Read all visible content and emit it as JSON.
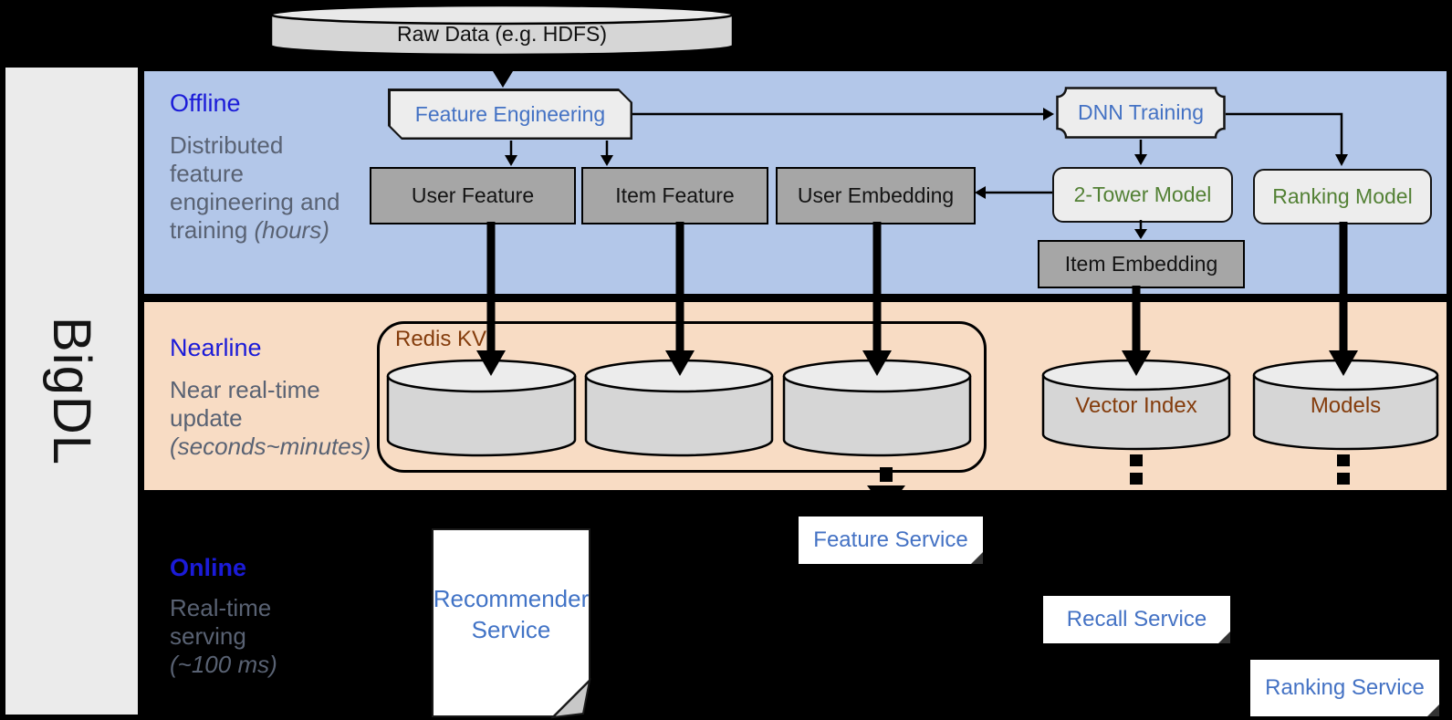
{
  "brand": {
    "name": "BigDL"
  },
  "raw_data_label": "Raw Data (e.g. HDFS)",
  "offline": {
    "title": "Offline",
    "desc_line1": "Distributed",
    "desc_line2": "feature",
    "desc_line3": "engineering and",
    "desc_line4": "training ",
    "desc_line4_italic": "(hours)"
  },
  "nearline": {
    "title": "Nearline",
    "desc_line1": "Near real-time",
    "desc_line2": "update",
    "desc_line3_italic": "(seconds~minutes)"
  },
  "online": {
    "title": "Online",
    "desc_line1": "Real-time",
    "desc_line2": "serving",
    "desc_line3_italic": "(~100 ms)"
  },
  "nodes": {
    "feature_engineering": "Feature Engineering",
    "dnn_training": "DNN Training",
    "user_feature": "User Feature",
    "item_feature": "Item Feature",
    "user_embedding": "User Embedding",
    "two_tower_model": "2-Tower Model",
    "ranking_model": "Ranking Model",
    "item_embedding": "Item Embedding",
    "redis_kv": "Redis KV",
    "vector_index": "Vector Index",
    "models": "Models"
  },
  "services": {
    "recommender_line1": "Recommender",
    "recommender_line2": "Service",
    "feature": "Feature Service",
    "recall": "Recall Service",
    "ranking": "Ranking Service"
  },
  "colors": {
    "offline_band": "#b3c7e9",
    "nearline_band": "#f8dcc4",
    "online_background": "#000000",
    "section_title_blue": "#1b1bd8",
    "description_gray": "#596273",
    "shape_text_blue": "#4472c4",
    "shape_text_green": "#538135",
    "storage_text_brown": "#843c0c",
    "gray_box_fill": "#a6a6a6",
    "light_shape_fill": "#ededed",
    "cylinder_fill": "#d6d6d6",
    "sidebar_fill": "#ebebeb"
  }
}
